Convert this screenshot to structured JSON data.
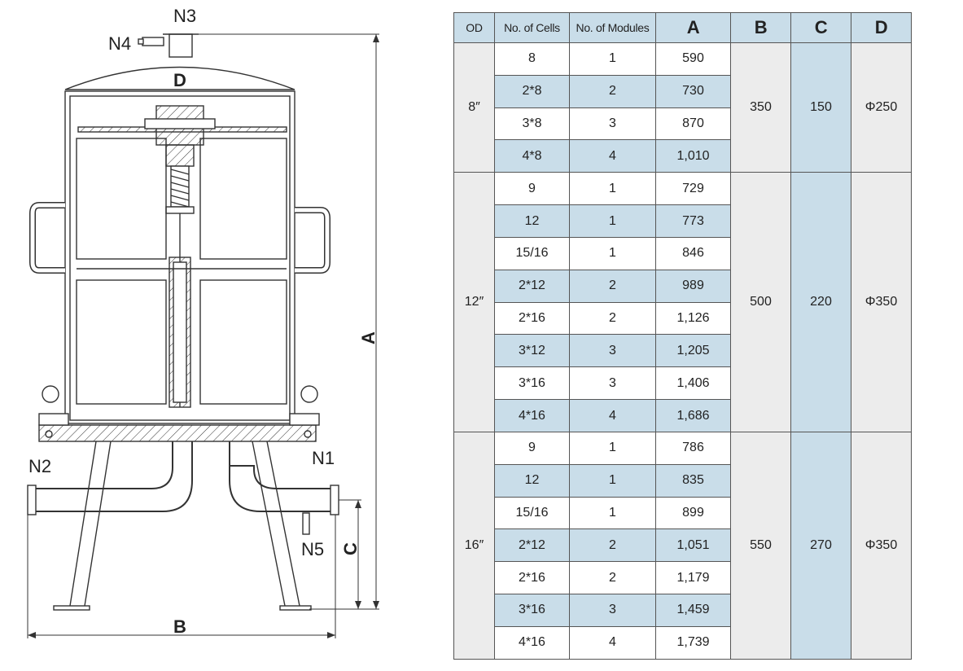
{
  "drawing": {
    "nozzles": {
      "n1": "N1",
      "n2": "N2",
      "n3": "N3",
      "n4": "N4",
      "n5": "N5"
    },
    "dimensions": {
      "a": "A",
      "b": "B",
      "c": "C",
      "d": "D"
    }
  },
  "table": {
    "headers": [
      "OD",
      "No. of Cells",
      "No. of Modules",
      "A",
      "B",
      "C",
      "D"
    ],
    "groups": [
      {
        "od": "8″",
        "b": "350",
        "c": "150",
        "d": "Φ250",
        "rows": [
          {
            "cells": "8",
            "modules": "1",
            "a": "590"
          },
          {
            "cells": "2*8",
            "modules": "2",
            "a": "730"
          },
          {
            "cells": "3*8",
            "modules": "3",
            "a": "870"
          },
          {
            "cells": "4*8",
            "modules": "4",
            "a": "1,010"
          }
        ]
      },
      {
        "od": "12″",
        "b": "500",
        "c": "220",
        "d": "Φ350",
        "rows": [
          {
            "cells": "9",
            "modules": "1",
            "a": "729"
          },
          {
            "cells": "12",
            "modules": "1",
            "a": "773"
          },
          {
            "cells": "15/16",
            "modules": "1",
            "a": "846"
          },
          {
            "cells": "2*12",
            "modules": "2",
            "a": "989"
          },
          {
            "cells": "2*16",
            "modules": "2",
            "a": "1,126"
          },
          {
            "cells": "3*12",
            "modules": "3",
            "a": "1,205"
          },
          {
            "cells": "3*16",
            "modules": "3",
            "a": "1,406"
          },
          {
            "cells": "4*16",
            "modules": "4",
            "a": "1,686"
          }
        ]
      },
      {
        "od": "16″",
        "b": "550",
        "c": "270",
        "d": "Φ350",
        "rows": [
          {
            "cells": "9",
            "modules": "1",
            "a": "786"
          },
          {
            "cells": "12",
            "modules": "1",
            "a": "835"
          },
          {
            "cells": "15/16",
            "modules": "1",
            "a": "899"
          },
          {
            "cells": "2*12",
            "modules": "2",
            "a": "1,051"
          },
          {
            "cells": "2*16",
            "modules": "2",
            "a": "1,179"
          },
          {
            "cells": "3*16",
            "modules": "3",
            "a": "1,459"
          },
          {
            "cells": "4*16",
            "modules": "4",
            "a": "1,739"
          }
        ]
      }
    ],
    "colors": {
      "header": "#c9dde9",
      "stripe": "#c9dde9",
      "od_cell": "#ececec",
      "border": "#555555"
    }
  }
}
